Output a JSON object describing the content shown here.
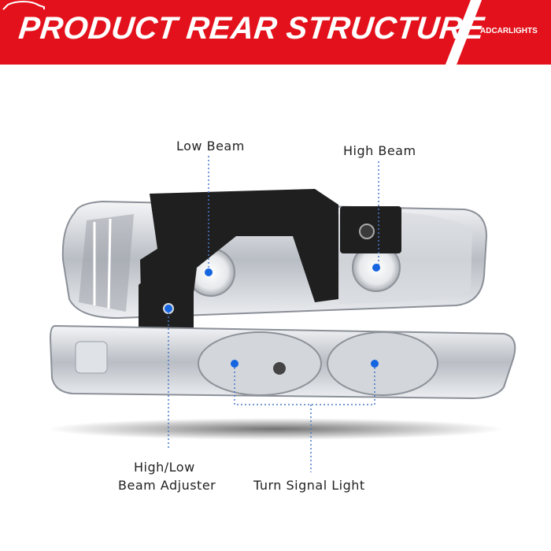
{
  "banner": {
    "title": "PRODUCT REAR STRUCTURE",
    "brand": "ADCARLIGHTS",
    "colors": {
      "red": "#e3111b",
      "white": "#ffffff"
    }
  },
  "labels": {
    "low_beam": "Low Beam",
    "high_beam": "High Beam",
    "adjuster_line1": "High/Low",
    "adjuster_line2": "Beam Adjuster",
    "turn_signal": "Turn Signal Light"
  },
  "colors": {
    "callout_dot": "#1565e0",
    "chrome": "#c8ccd2",
    "bracket": "#1f1f1f"
  }
}
